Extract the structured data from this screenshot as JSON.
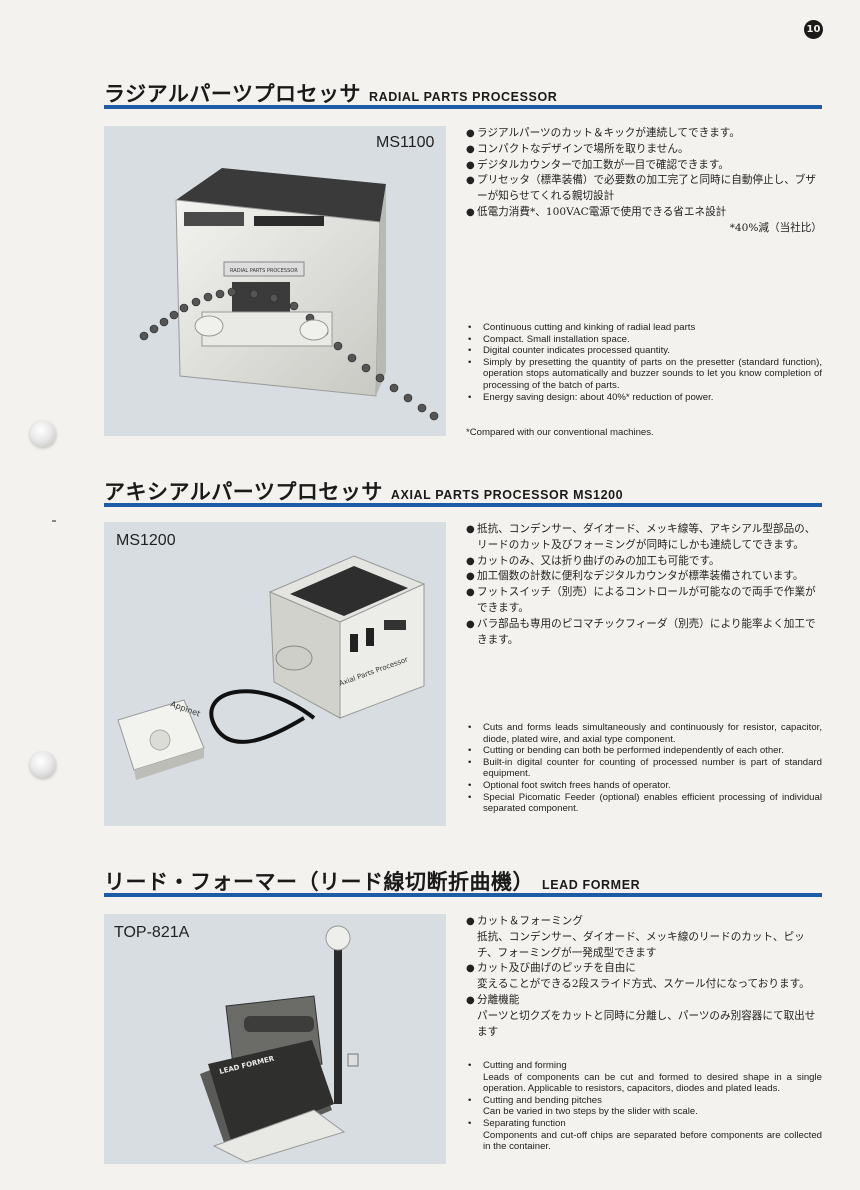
{
  "page": {
    "number": "10"
  },
  "sections": [
    {
      "title_jp": "ラジアルパーツプロセッサ",
      "title_en": "RADIAL PARTS PROCESSOR",
      "model": "MS1100",
      "machine_panel_text": "RADIAL PARTS PROCESSOR",
      "features_jp": [
        "ラジアルパーツのカット＆キックが連続してできます。",
        "コンパクトなデザインで場所を取りません。",
        "デジタルカウンターで加工数が一目で確認できます。",
        "プリセッタ（標準装備）で必要数の加工完了と同時に自動停止し、ブザーが知らせてくれる親切設計",
        "低電力消費*、100VAC電源で使用できる省エネ設計"
      ],
      "note_jp": "*40%減（当社比）",
      "features_en": [
        "Continuous cutting and kinking of radial lead parts",
        "Compact. Small installation space.",
        "Digital counter indicates processed quantity.",
        "Simply by presetting the quantity of parts on the presetter (standard function), operation stops automatically and buzzer sounds to let you know completion of processing of the batch of parts.",
        "Energy saving design: about 40%* reduction of power."
      ],
      "footnote_en": "*Compared with our conventional machines."
    },
    {
      "title_jp": "アキシアルパーツプロセッサ",
      "title_en": "AXIAL PARTS PROCESSOR MS1200",
      "model": "MS1200",
      "machine_panel_text": "Axial Parts Processor",
      "pedal_text": "Appinet",
      "features_jp": [
        "抵抗、コンデンサー、ダイオード、メッキ線等、アキシアル型部品の、リードのカット及びフォーミングが同時にしかも連続してできます。",
        "カットのみ、又は折り曲げのみの加工も可能です。",
        "加工個数の計数に便利なデジタルカウンタが標準装備されています。",
        "フットスイッチ（別売）によるコントロールが可能なので両手で作業ができます。",
        "バラ部品も専用のピコマチックフィーダ（別売）により能率よく加工できます。"
      ],
      "features_en": [
        "Cuts and forms leads simultaneously and continuously for resistor, capacitor, diode, plated wire, and axial type component.",
        "Cutting or bending can both be performed independently of each other.",
        "Built-in digital counter for counting of processed number is part of standard equipment.",
        "Optional foot switch frees hands of operator.",
        "Special Picomatic Feeder (optional) enables efficient processing of individual separated component."
      ]
    },
    {
      "title_jp": "リード・フォーマー（リード線切断折曲機）",
      "title_en": "LEAD FORMER",
      "model": "TOP-821A",
      "machine_panel_text": "LEAD FORMER",
      "features_jp": [
        {
          "head": "カット＆フォーミング",
          "body": "抵抗、コンデンサー、ダイオード、メッキ線のリードのカット、ピッチ、フォーミングが一発成型できます"
        },
        {
          "head": "カット及び曲げのピッチを自由に",
          "body": "変えることができる2段スライド方式、スケール付になっております。"
        },
        {
          "head": "分離機能",
          "body": "パーツと切クズをカットと同時に分離し、パーツのみ別容器にて取出せます"
        }
      ],
      "features_en": [
        {
          "head": "Cutting and forming",
          "body": "Leads of components can be cut and formed to desired shape in a single operation. Applicable to resistors, capacitors, diodes and plated leads."
        },
        {
          "head": "Cutting and bending pitches",
          "body": "Can be varied in two steps by the slider with scale."
        },
        {
          "head": "Separating function",
          "body": "Components and cut-off chips are separated before components are collected in the container."
        }
      ]
    }
  ]
}
